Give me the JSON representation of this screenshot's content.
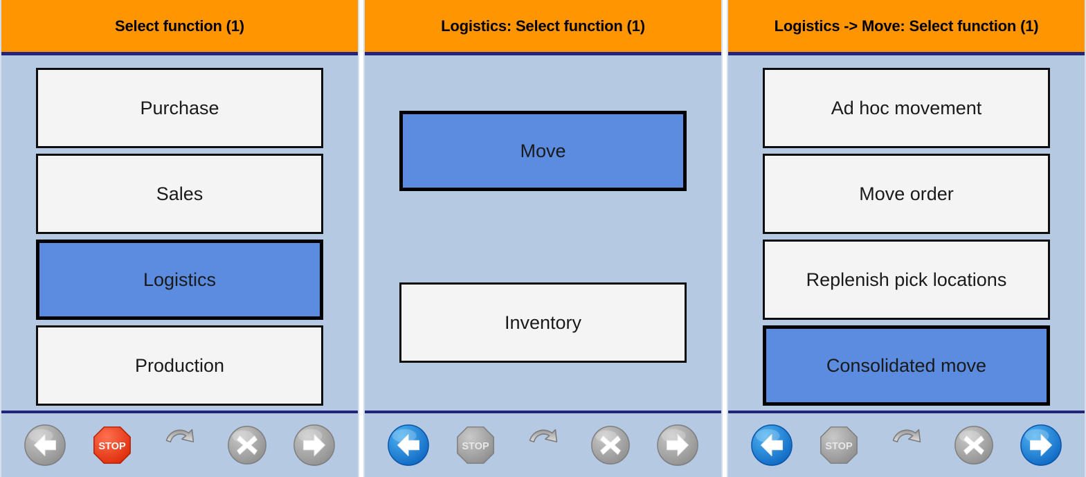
{
  "app": {
    "theme": {
      "header_bg": "#ff9500",
      "header_rule": "#22237a",
      "panel_bg": "#b6c9e2",
      "button_bg": "#f4f4f4",
      "button_border": "#0d0d0d",
      "selected_bg": "#5b8ce0",
      "icon_grey": "#9a9a9a",
      "icon_blue": "#1a7ed6",
      "stop_red": "#f03b18",
      "panel_divider": "#ffffff"
    }
  },
  "panels": [
    {
      "id": "panel-1",
      "header": {
        "title": "Select function (1)"
      },
      "functions": [
        {
          "label": "Purchase",
          "selected": false
        },
        {
          "label": "Sales",
          "selected": false
        },
        {
          "label": "Logistics",
          "selected": true
        },
        {
          "label": "Production",
          "selected": false
        }
      ],
      "toolbar": [
        {
          "name": "back-button",
          "icon": "arrow-left-icon",
          "state": "disabled",
          "label": "Back"
        },
        {
          "name": "stop-button",
          "icon": "stop-icon",
          "state": "enabled",
          "label": "STOP"
        },
        {
          "name": "refresh-button",
          "icon": "refresh-icon",
          "state": "disabled",
          "label": "Refresh"
        },
        {
          "name": "cancel-button",
          "icon": "close-circle-icon",
          "state": "disabled",
          "label": "Cancel"
        },
        {
          "name": "forward-button",
          "icon": "arrow-right-icon",
          "state": "disabled",
          "label": "Forward"
        }
      ]
    },
    {
      "id": "panel-2",
      "header": {
        "title": "Logistics: Select function (1)"
      },
      "functions": [
        {
          "label": "Move",
          "selected": true
        },
        {
          "label": "Inventory",
          "selected": false
        }
      ],
      "toolbar": [
        {
          "name": "back-button",
          "icon": "arrow-left-icon",
          "state": "enabled",
          "label": "Back"
        },
        {
          "name": "stop-button",
          "icon": "stop-icon",
          "state": "disabled",
          "label": "STOP"
        },
        {
          "name": "refresh-button",
          "icon": "refresh-icon",
          "state": "disabled",
          "label": "Refresh"
        },
        {
          "name": "cancel-button",
          "icon": "close-circle-icon",
          "state": "disabled",
          "label": "Cancel"
        },
        {
          "name": "forward-button",
          "icon": "arrow-right-icon",
          "state": "disabled",
          "label": "Forward"
        }
      ]
    },
    {
      "id": "panel-3",
      "header": {
        "title": "Logistics -> Move: Select function (1)"
      },
      "functions": [
        {
          "label": "Ad hoc movement",
          "selected": false
        },
        {
          "label": "Move order",
          "selected": false
        },
        {
          "label": "Replenish pick locations",
          "selected": false
        },
        {
          "label": "Consolidated move",
          "selected": true
        }
      ],
      "toolbar": [
        {
          "name": "back-button",
          "icon": "arrow-left-icon",
          "state": "enabled",
          "label": "Back"
        },
        {
          "name": "stop-button",
          "icon": "stop-icon",
          "state": "disabled",
          "label": "STOP"
        },
        {
          "name": "refresh-button",
          "icon": "refresh-icon",
          "state": "disabled",
          "label": "Refresh"
        },
        {
          "name": "cancel-button",
          "icon": "close-circle-icon",
          "state": "disabled",
          "label": "Cancel"
        },
        {
          "name": "forward-button",
          "icon": "arrow-right-icon",
          "state": "enabled",
          "label": "Forward"
        }
      ]
    }
  ]
}
